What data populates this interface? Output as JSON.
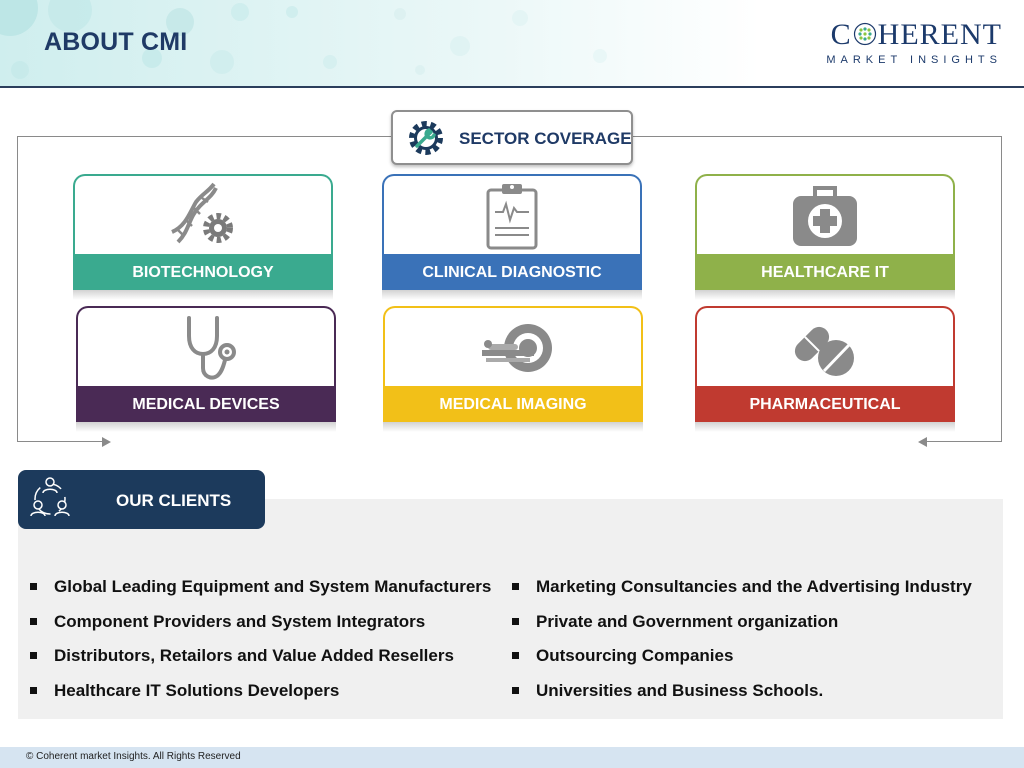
{
  "header": {
    "title": "ABOUT CMI",
    "logo_name_first": "C",
    "logo_name_rest": "HERENT",
    "logo_subtitle": "MARKET INSIGHTS"
  },
  "sector_coverage": {
    "label": "SECTOR COVERAGE",
    "icon": "gear-wrench-icon"
  },
  "sectors": [
    {
      "label": "BIOTECHNOLOGY",
      "icon": "dna-gear-icon",
      "color": "#3aaa8f"
    },
    {
      "label": "CLINICAL DIAGNOSTIC",
      "icon": "clipboard-ecg-icon",
      "color": "#3a72b8"
    },
    {
      "label": "HEALTHCARE IT",
      "icon": "medical-kit-icon",
      "color": "#8fb14a"
    },
    {
      "label": "MEDICAL DEVICES",
      "icon": "stethoscope-icon",
      "color": "#4a2a55"
    },
    {
      "label": "MEDICAL IMAGING",
      "icon": "mri-scanner-icon",
      "color": "#f2c018"
    },
    {
      "label": "PHARMACEUTICAL",
      "icon": "pills-icon",
      "color": "#c03a30"
    }
  ],
  "clients": {
    "label": "OUR CLIENTS",
    "icon": "people-network-icon",
    "left": [
      "Global Leading Equipment and System Manufacturers",
      "Component Providers and System Integrators",
      "Distributors, Retailors and Value Added Resellers",
      "Healthcare IT Solutions Developers"
    ],
    "right": [
      "Marketing Consultancies and the Advertising Industry",
      "Private and Government organization",
      "Outsourcing Companies",
      "Universities and Business Schools."
    ]
  },
  "footer": {
    "text": "© Coherent market Insights. All Rights Reserved"
  }
}
